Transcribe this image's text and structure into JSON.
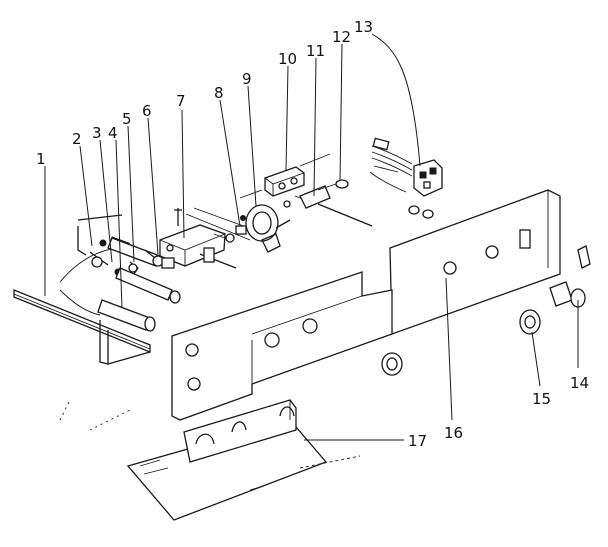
{
  "diagram": {
    "callouts": [
      {
        "id": "1",
        "label": "1"
      },
      {
        "id": "2",
        "label": "2"
      },
      {
        "id": "3",
        "label": "3"
      },
      {
        "id": "4",
        "label": "4"
      },
      {
        "id": "5",
        "label": "5"
      },
      {
        "id": "6",
        "label": "6"
      },
      {
        "id": "7",
        "label": "7"
      },
      {
        "id": "8",
        "label": "8"
      },
      {
        "id": "9",
        "label": "9"
      },
      {
        "id": "10",
        "label": "10"
      },
      {
        "id": "11",
        "label": "11"
      },
      {
        "id": "12",
        "label": "12"
      },
      {
        "id": "13",
        "label": "13"
      },
      {
        "id": "14",
        "label": "14"
      },
      {
        "id": "15",
        "label": "15"
      },
      {
        "id": "16",
        "label": "16"
      },
      {
        "id": "17",
        "label": "17"
      }
    ],
    "colors": {
      "ink": "#1a1a1a",
      "paper": "#ffffff"
    }
  }
}
